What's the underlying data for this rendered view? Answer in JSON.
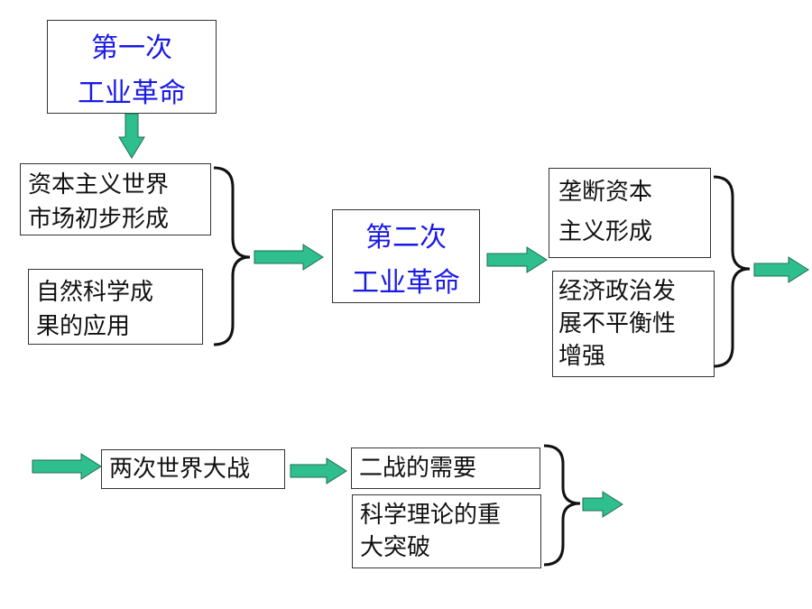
{
  "colors": {
    "arrow_fill": "#2fbf8f",
    "arrow_stroke": "#1f6b55",
    "title_text": "#1a1ae6"
  },
  "first_revolution": [
    "第一次",
    "工业革命"
  ],
  "conditions": {
    "market": [
      "资本主义世界",
      "市场初步形成"
    ],
    "science": [
      " 自然科学成",
      "果的应用"
    ]
  },
  "second_revolution": [
    "第二次",
    "工业革命"
  ],
  "results": {
    "monopoly": [
      " 垄断资本",
      " 主义形成"
    ],
    "imbalance": [
      "经济政治发",
      "展不平衡性",
      "增强"
    ]
  },
  "wars": "两次世界大战",
  "third_causes": {
    "war_needs": " 二战的需要",
    "breakthrough": [
      "科学理论的重",
      "大突破"
    ]
  }
}
